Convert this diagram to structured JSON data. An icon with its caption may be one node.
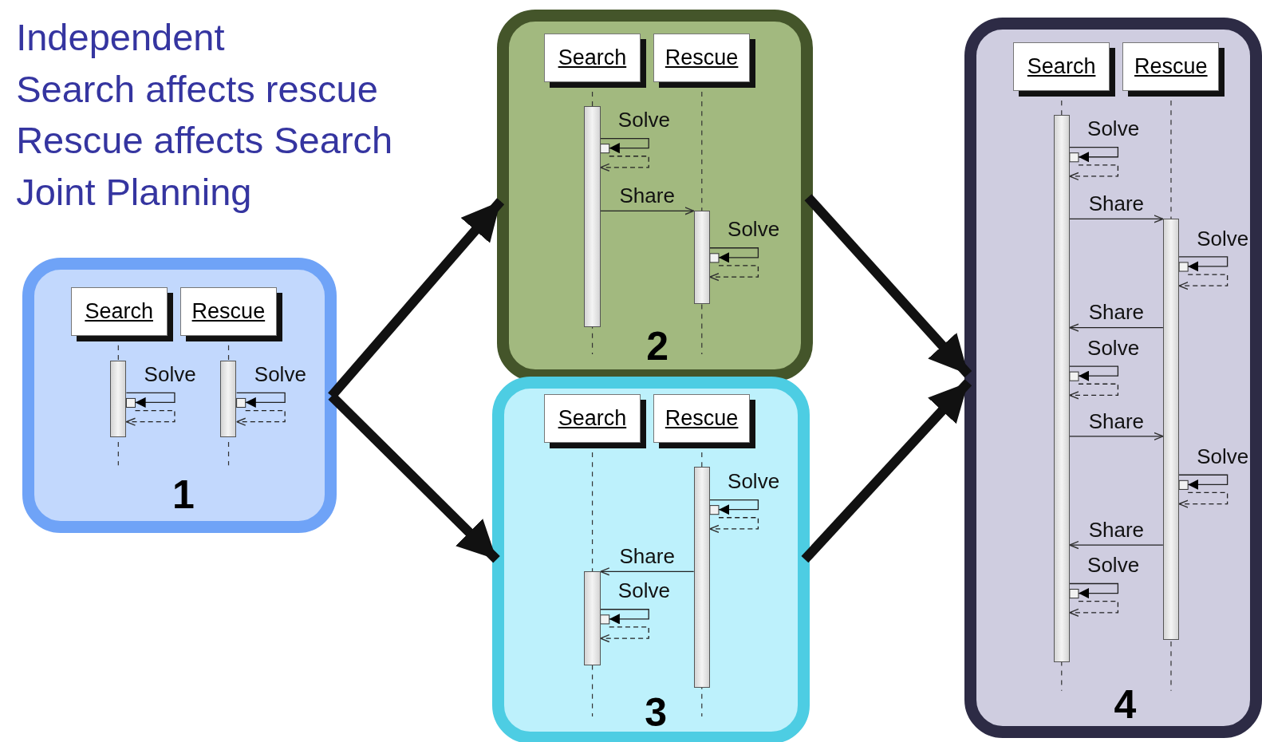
{
  "diagram": {
    "nodes": [
      {
        "text": [
          "1"
        ]
      },
      {
        "text": [
          "Search"
        ],
        "in": 0
      },
      {
        "text": [
          "Rescue"
        ],
        "in": 0
      },
      {
        "text": [],
        "shape": "bar",
        "in": 0
      },
      {
        "text": [],
        "shape": "bar",
        "in": 0
      },
      {
        "text": [
          "2"
        ]
      },
      {
        "text": [
          "Search"
        ],
        "in": 5
      },
      {
        "text": [
          "Rescue"
        ],
        "in": 5
      },
      {
        "text": [],
        "shape": "bar",
        "in": 5
      },
      {
        "text": [],
        "shape": "bar",
        "in": 5
      },
      {
        "text": [
          "3"
        ]
      },
      {
        "text": [
          "Search"
        ],
        "in": 10
      },
      {
        "text": [
          "Rescue"
        ],
        "in": 10
      },
      {
        "text": [],
        "shape": "bar",
        "in": 10
      },
      {
        "text": [],
        "shape": "bar",
        "in": 10
      },
      {
        "text": [
          "4"
        ]
      },
      {
        "text": [
          "Search"
        ],
        "in": 15
      },
      {
        "text": [
          "Rescue"
        ],
        "in": 15
      },
      {
        "text": [],
        "shape": "bar",
        "in": 15
      },
      {
        "text": [],
        "shape": "bar",
        "in": 15
      }
    ],
    "edges": [
      {
        "from": 0,
        "to": 5,
        "arrow": "to",
        "style": "thick"
      },
      {
        "from": 0,
        "to": 10,
        "arrow": "to",
        "style": "thick"
      },
      {
        "from": 5,
        "to": 15,
        "arrow": "to",
        "style": "thick"
      },
      {
        "from": 10,
        "to": 15,
        "arrow": "to",
        "style": "thick"
      },
      {
        "from": 3,
        "to": 3,
        "arrow": "to",
        "label": "Solve"
      },
      {
        "from": 3,
        "to": 3,
        "arrow": "to",
        "style": "dashed"
      },
      {
        "from": 4,
        "to": 4,
        "arrow": "to",
        "label": "Solve"
      },
      {
        "from": 4,
        "to": 4,
        "arrow": "to",
        "style": "dashed"
      },
      {
        "from": 8,
        "to": 8,
        "arrow": "to",
        "label": "Solve"
      },
      {
        "from": 8,
        "to": 8,
        "arrow": "to",
        "style": "dashed"
      },
      {
        "from": 8,
        "to": 9,
        "arrow": "to",
        "label": "Share"
      },
      {
        "from": 9,
        "to": 9,
        "arrow": "to",
        "label": "Solve"
      },
      {
        "from": 9,
        "to": 9,
        "arrow": "to",
        "style": "dashed"
      },
      {
        "from": 14,
        "to": 14,
        "arrow": "to",
        "label": "Solve"
      },
      {
        "from": 14,
        "to": 14,
        "arrow": "to",
        "style": "dashed"
      },
      {
        "from": 14,
        "to": 13,
        "arrow": "to",
        "label": "Share"
      },
      {
        "from": 13,
        "to": 13,
        "arrow": "to",
        "label": "Solve"
      },
      {
        "from": 13,
        "to": 13,
        "arrow": "to",
        "style": "dashed"
      },
      {
        "from": 18,
        "to": 18,
        "arrow": "to",
        "label": "Solve"
      },
      {
        "from": 18,
        "to": 18,
        "arrow": "to",
        "style": "dashed"
      },
      {
        "from": 18,
        "to": 19,
        "arrow": "to",
        "label": "Share"
      },
      {
        "from": 19,
        "to": 19,
        "arrow": "to",
        "label": "Solve"
      },
      {
        "from": 19,
        "to": 19,
        "arrow": "to",
        "style": "dashed"
      },
      {
        "from": 19,
        "to": 18,
        "arrow": "to",
        "label": "Share"
      },
      {
        "from": 18,
        "to": 18,
        "arrow": "to",
        "label": "Solve"
      },
      {
        "from": 18,
        "to": 18,
        "arrow": "to",
        "style": "dashed"
      },
      {
        "from": 18,
        "to": 19,
        "arrow": "to",
        "label": "Share"
      },
      {
        "from": 19,
        "to": 19,
        "arrow": "to",
        "label": "Solve"
      },
      {
        "from": 19,
        "to": 19,
        "arrow": "to",
        "style": "dashed"
      },
      {
        "from": 19,
        "to": 18,
        "arrow": "to",
        "label": "Share"
      },
      {
        "from": 18,
        "to": 18,
        "arrow": "to",
        "label": "Solve"
      },
      {
        "from": 18,
        "to": 18,
        "arrow": "to",
        "style": "dashed"
      }
    ],
    "labels": [
      "Independent",
      "Search affects rescue",
      "Rescue affects Search",
      "Joint Planning"
    ]
  }
}
